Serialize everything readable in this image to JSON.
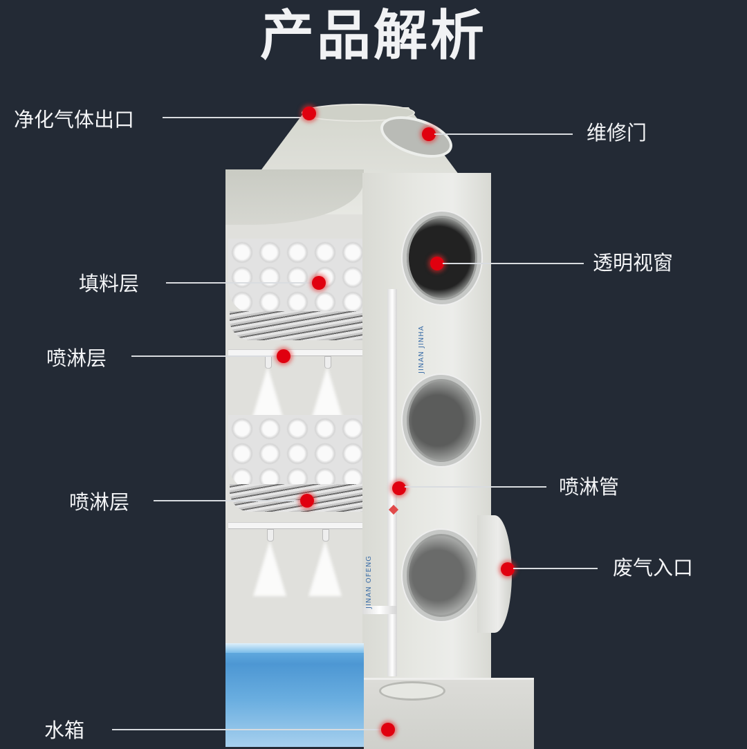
{
  "title": "产品解析",
  "colors": {
    "background": "#232a35",
    "title_text": "#f1f2f4",
    "label_text": "#f3f4f6",
    "leader_line": "#d9dce0",
    "marker_dot": "#e0000f",
    "tower_body": "#e2e3de",
    "water": "#5aa4d8"
  },
  "callouts": [
    {
      "id": "purified-gas-outlet",
      "label": "净化气体出口",
      "side": "left"
    },
    {
      "id": "maintenance-door",
      "label": "维修门",
      "side": "right"
    },
    {
      "id": "transparent-window",
      "label": "透明视窗",
      "side": "right"
    },
    {
      "id": "packing-layer",
      "label": "填料层",
      "side": "left"
    },
    {
      "id": "spray-layer-upper",
      "label": "喷淋层",
      "side": "left"
    },
    {
      "id": "spray-layer-lower",
      "label": "喷淋层",
      "side": "left"
    },
    {
      "id": "spray-pipe",
      "label": "喷淋管",
      "side": "right"
    },
    {
      "id": "exhaust-inlet",
      "label": "废气入口",
      "side": "right"
    },
    {
      "id": "water-tank",
      "label": "水箱",
      "side": "left"
    }
  ],
  "tower_print": {
    "upper_text": "JINAN JINHA",
    "lower_text": "JINAN OFENG"
  }
}
